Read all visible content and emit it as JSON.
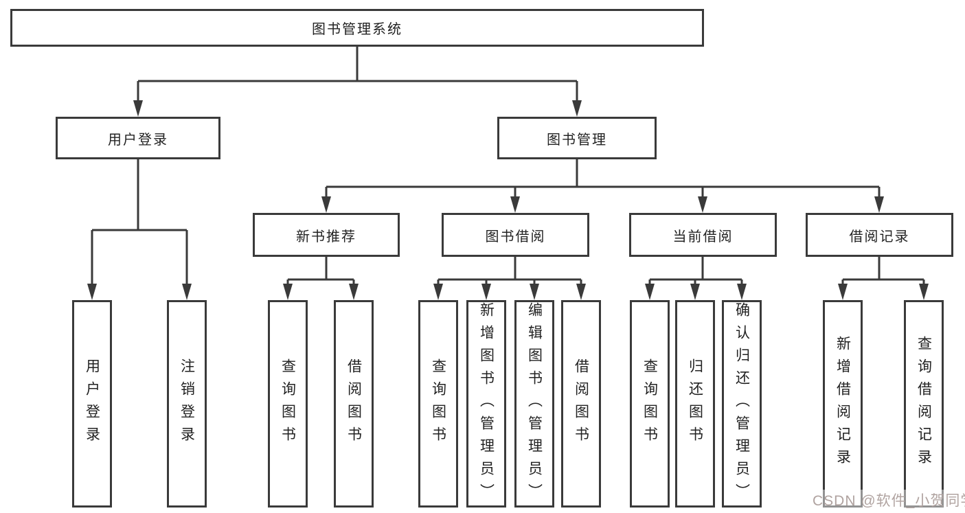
{
  "diagram": {
    "root": {
      "label": "图书管理系统"
    },
    "level2": [
      {
        "label": "用户登录"
      },
      {
        "label": "图书管理"
      }
    ],
    "level3": [
      {
        "label": "新书推荐",
        "parent": "图书管理"
      },
      {
        "label": "图书借阅",
        "parent": "图书管理"
      },
      {
        "label": "当前借阅",
        "parent": "图书管理"
      },
      {
        "label": "借阅记录",
        "parent": "图书管理"
      }
    ],
    "leaves": [
      {
        "label": "用户登录",
        "parent": "用户登录"
      },
      {
        "label": "注销登录",
        "parent": "用户登录"
      },
      {
        "label": "查询图书",
        "parent": "新书推荐"
      },
      {
        "label": "借阅图书",
        "parent": "新书推荐"
      },
      {
        "label": "查询图书",
        "parent": "图书借阅"
      },
      {
        "label": "新增图书（管理员）",
        "parent": "图书借阅"
      },
      {
        "label": "编辑图书（管理员）",
        "parent": "图书借阅"
      },
      {
        "label": "借阅图书",
        "parent": "图书借阅"
      },
      {
        "label": "查询图书",
        "parent": "当前借阅"
      },
      {
        "label": "归还图书",
        "parent": "当前借阅"
      },
      {
        "label": "确认归还（管理员）",
        "parent": "当前借阅"
      },
      {
        "label": "新增借阅记录",
        "parent": "借阅记录"
      },
      {
        "label": "查询借阅记录",
        "parent": "借阅记录"
      }
    ]
  },
  "watermark": {
    "text": "CSDN @软件_小贺同学",
    "color": "#b0a3a0"
  },
  "colors": {
    "background": "#ffffff",
    "line": "#3a3a3a",
    "box_border": "#3a3a3a",
    "text": "#222222"
  }
}
